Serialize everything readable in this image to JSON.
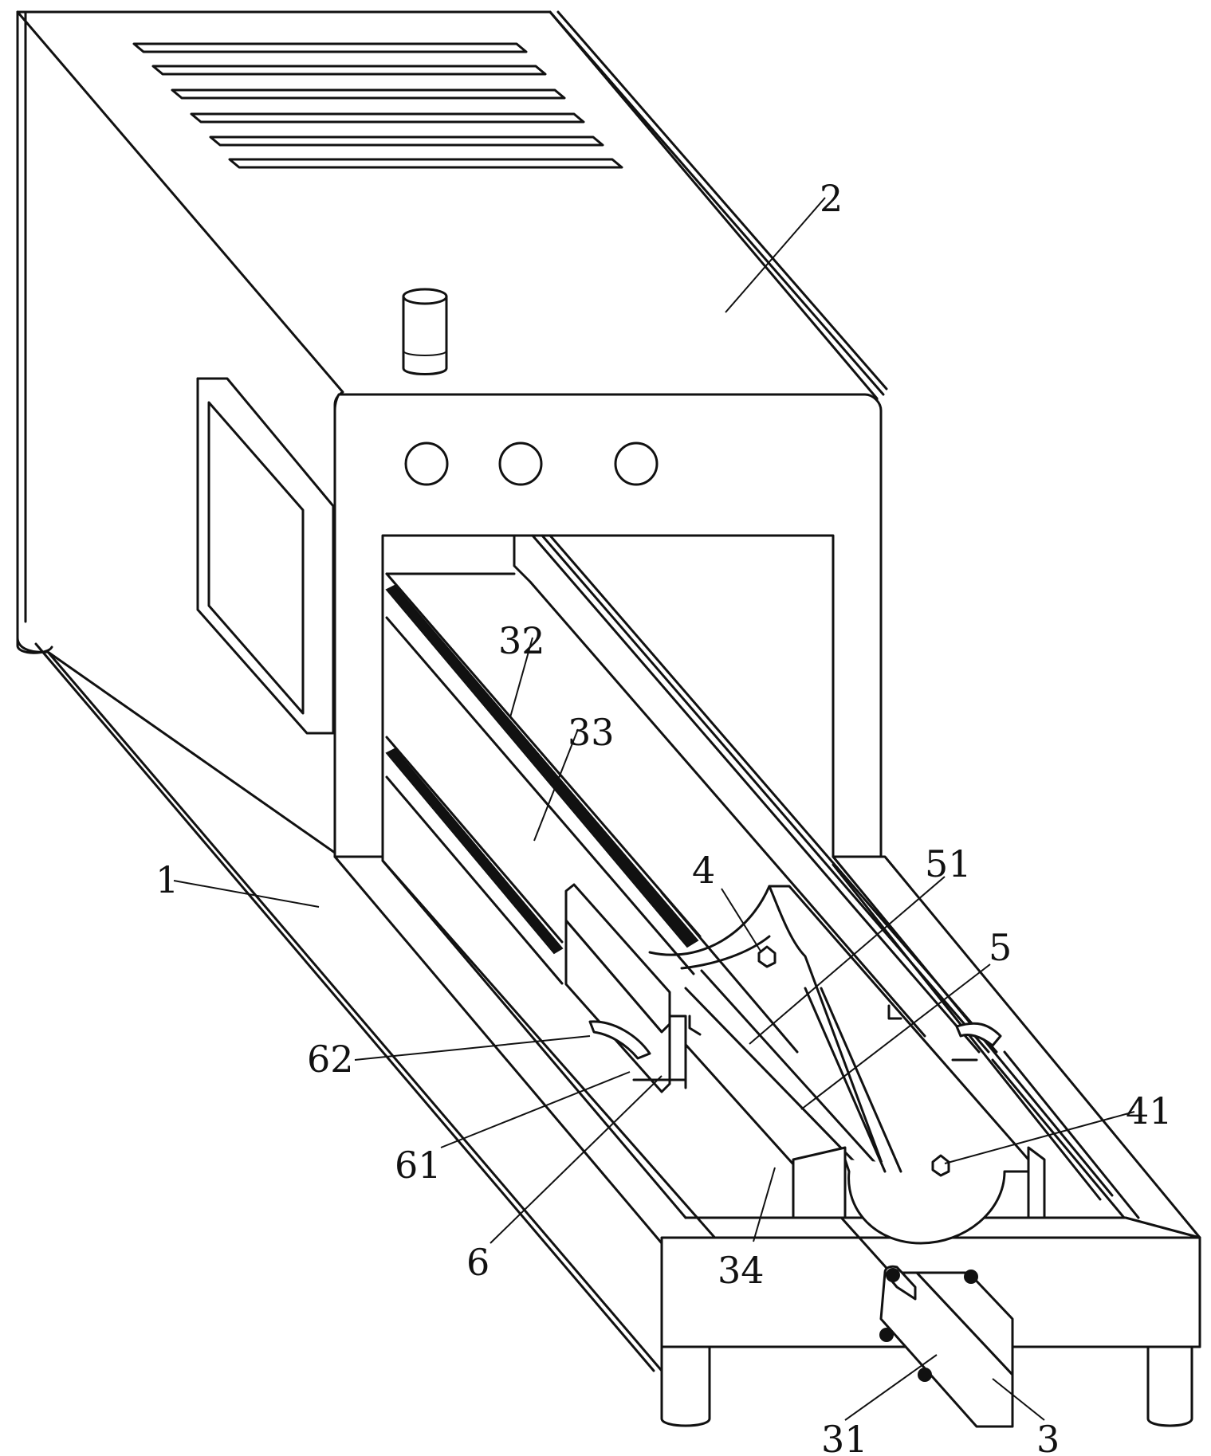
{
  "labels": {
    "base": "1",
    "housing": "2",
    "motor": "3",
    "motor_shaft": "31",
    "rail": "32",
    "slider": "33",
    "end_block": "34",
    "cradle": "4",
    "cradle_hole": "41",
    "trough": "5",
    "trough_slot": "51",
    "clamp": "6",
    "clamp_base": "61",
    "clamp_pad": "62"
  }
}
